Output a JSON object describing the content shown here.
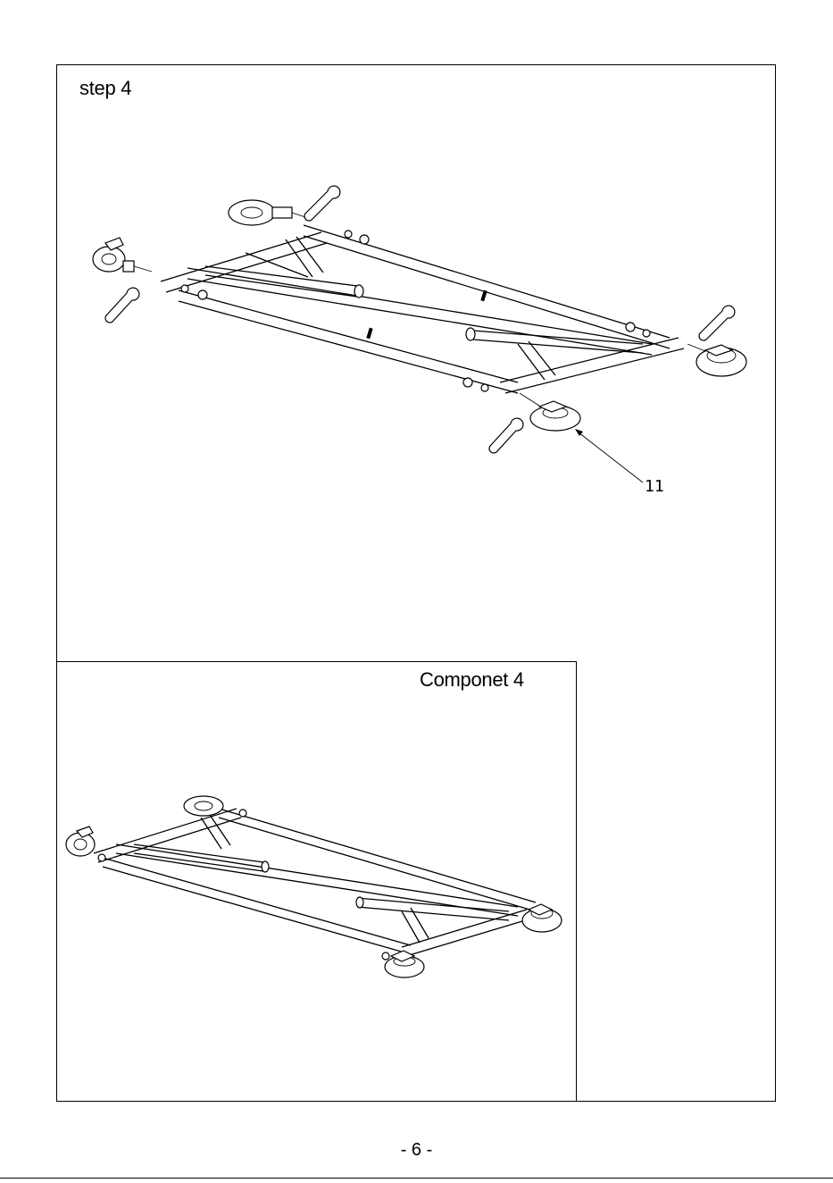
{
  "step": {
    "title": "step 4"
  },
  "component": {
    "title": "Componet 4"
  },
  "callouts": [
    {
      "label": "11"
    }
  ],
  "page": {
    "number": "- 6 -"
  },
  "icons": [
    "wrench-icon",
    "wrench-icon",
    "wrench-icon",
    "wrench-icon"
  ]
}
